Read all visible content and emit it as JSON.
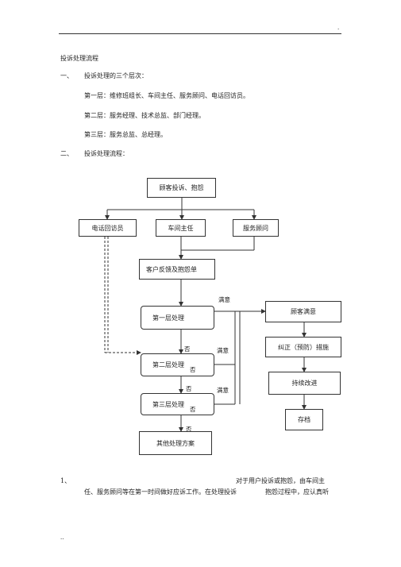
{
  "header": {
    "corner_mark": "."
  },
  "doc": {
    "title": "投诉处理流程",
    "section1": {
      "num": "一、",
      "title": "投诉处理的三个层次："
    },
    "levels": [
      "第一层：维修班组长、车间主任、服务顾问、电话回访员。",
      "第二层：服务经理、技术总监、部门经理。",
      "第三层：服务总监、总经理。"
    ],
    "section2": {
      "num": "二、",
      "title": "投诉处理流程："
    }
  },
  "flow": {
    "start": "顾客投诉、抱怨",
    "roles": [
      "电话回访员",
      "车间主任",
      "服务顾问"
    ],
    "feedback": "客户反馈及抱怨单",
    "level1": "第一层处理",
    "level2": "第二层处理",
    "level3": "第三层处理",
    "other": "其他处理方案",
    "satisfied_box": "顾客满意",
    "corrective": "纠正（预防）措施",
    "improve": "持续改进",
    "archive": "存档",
    "yes": "满意",
    "no": "否"
  },
  "bottom": {
    "num": "1、",
    "line1": "对于用户投诉或抱怨，由车间主",
    "line2": "任、服务顾问等在第一时间做好应诉工作。在处理投诉",
    "line2b": "抱怨过程中，应认真听"
  },
  "footer": {
    "mark": ".."
  }
}
